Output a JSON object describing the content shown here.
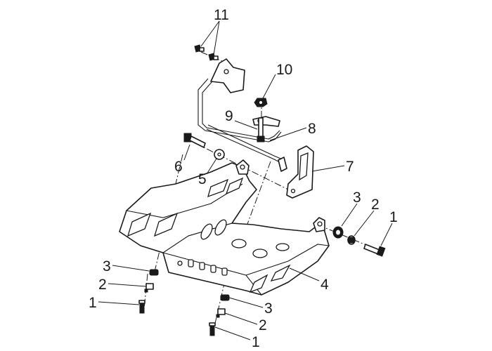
{
  "callouts": {
    "p11": "11",
    "p10": "10",
    "p9": "9",
    "p8": "8",
    "p7": "7",
    "p6": "6",
    "p5": "5",
    "p4": "4",
    "p3_right": "3",
    "p2_right": "2",
    "p1_right": "1",
    "p3_left": "3",
    "p2_left": "2",
    "p1_left": "1",
    "p3_bottom": "3",
    "p2_bottom": "2",
    "p1_bottom": "1"
  }
}
